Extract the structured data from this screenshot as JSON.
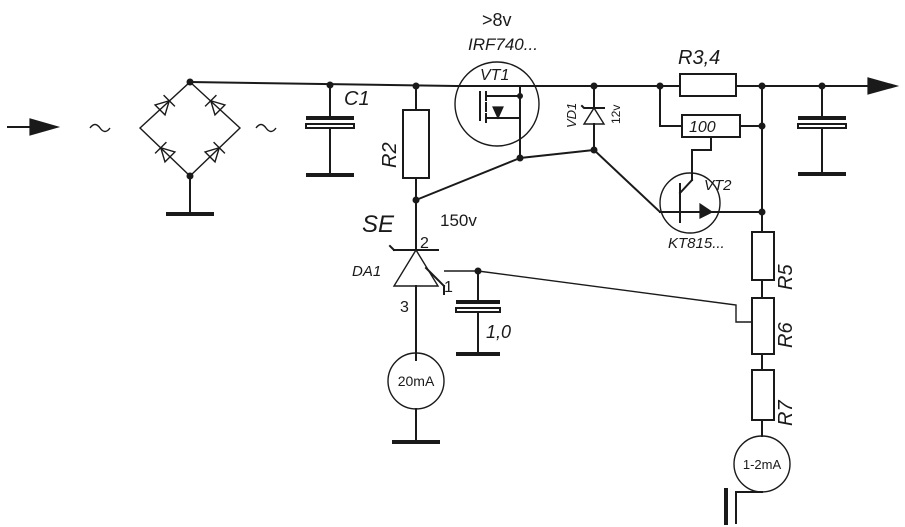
{
  "labels": {
    "v_in": ">8v",
    "vt1_type": "IRF740...",
    "vt1": "VT1",
    "c1": "C1",
    "r2": "R2",
    "r34": "R3,4",
    "vd1": "VD1",
    "vd1_v": "12v",
    "r_100": "100",
    "vt2": "VT2",
    "vt2_type": "KT815...",
    "v_150": "150v",
    "se": "SE",
    "pin2": "2",
    "da1": "DA1",
    "pin1": "1",
    "pin3": "3",
    "cap_val": "1,0",
    "r5": "R5",
    "r6": "R6",
    "r7": "R7",
    "meter_20": "20mA",
    "meter_12": "1-2mA"
  },
  "symbols": {
    "ac_input": "tilde",
    "output_arrow": "arrow-right"
  }
}
